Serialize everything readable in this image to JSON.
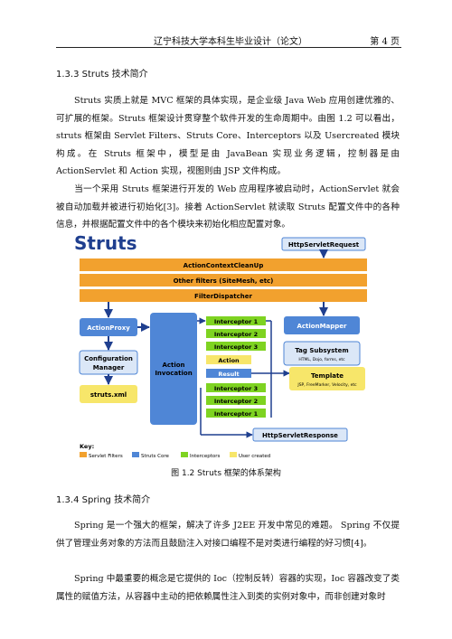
{
  "header": {
    "title": "辽宁科技大学本科生毕业设计（论文）",
    "page_label": "第 4 页"
  },
  "sections": [
    {
      "heading": "1.3.3 Struts 技术简介",
      "paragraphs": [
        "Struts 实质上就是 MVC 框架的具体实现，是企业级 Java Web 应用创建优雅的、可扩展的框架。Struts 框架设计贯穿整个软件开发的生命周期中。由图 1.2 可以看出，struts 框架由 Servlet Filters、Struts Core、Interceptors 以及 Usercreated 模块构成。在 Struts 框架中，模型是由 JavaBean 实现业务逻辑，控制器是由 ActionServlet 和 Action 实现，视图则由 JSP 文件构成。",
        "当一个采用 Struts 框架进行开发的 Web 应用程序被启动时，ActionServlet 就会被自动加载并被进行初始化[3]。接着 ActionServlet 就读取 Struts 配置文件中的各种信息，并根据配置文件中的各个模块来初始化相应配置对象。"
      ]
    },
    {
      "heading": "1.3.4 Spring 技术简介",
      "paragraphs": [
        "Spring 是一个强大的框架，解决了许多 J2EE 开发中常见的难题。 Spring 不仅提供了管理业务对象的方法而且鼓励注入对接口编程不是对类进行编程的好习惯[4]。",
        "Spring 中最重要的概念是它提供的 Ioc（控制反转）容器的实现，Ioc 容器改变了类属性的赋值方法，从容器中主动的把依赖属性注入到类的实例对象中，而非创建对象时"
      ]
    }
  ],
  "figure": {
    "caption": "图 1.2 Struts 框架的体系架构",
    "logo_text": "Struts",
    "boxes": {
      "http_request": "HttpServletRequest",
      "cleanup": "ActionContextCleanUp",
      "other_filters": "Other filters (SiteMesh, etc)",
      "dispatcher": "FilterDispatcher",
      "action_proxy": "ActionProxy",
      "config_manager_1": "Configuration",
      "config_manager_2": "Manager",
      "struts_xml": "struts.xml",
      "action_invocation_1": "Action",
      "action_invocation_2": "Invocation",
      "interceptor_1a": "Interceptor 1",
      "interceptor_2a": "Interceptor 2",
      "interceptor_3a": "Interceptor 3",
      "action": "Action",
      "result": "Result",
      "interceptor_3b": "Interceptor 3",
      "interceptor_2b": "Interceptor 2",
      "interceptor_1b": "Interceptor 1",
      "action_mapper": "ActionMapper",
      "tag_subsystem": "Tag Subsystem",
      "tag_subsystem_sub": "HTML, Dojo, forms, etc",
      "template": "Template",
      "template_sub": "JSP, FreeMarker, Velocity, etc",
      "http_response": "HttpServletResponse"
    },
    "key": {
      "title": "Key:",
      "items": [
        {
          "label": "Servlet Filters",
          "color": "#f2a12e"
        },
        {
          "label": "Struts Core",
          "color": "#4f86d6"
        },
        {
          "label": "Interceptors",
          "color": "#7ed321"
        },
        {
          "label": "User created",
          "color": "#f7e66a"
        }
      ]
    },
    "colors": {
      "filter": "#f2a12e",
      "core": "#4f86d6",
      "core_light": "#dbe7f7",
      "interceptor": "#7ed321",
      "user": "#f7e66a",
      "arrow": "#1f3f8f"
    }
  }
}
